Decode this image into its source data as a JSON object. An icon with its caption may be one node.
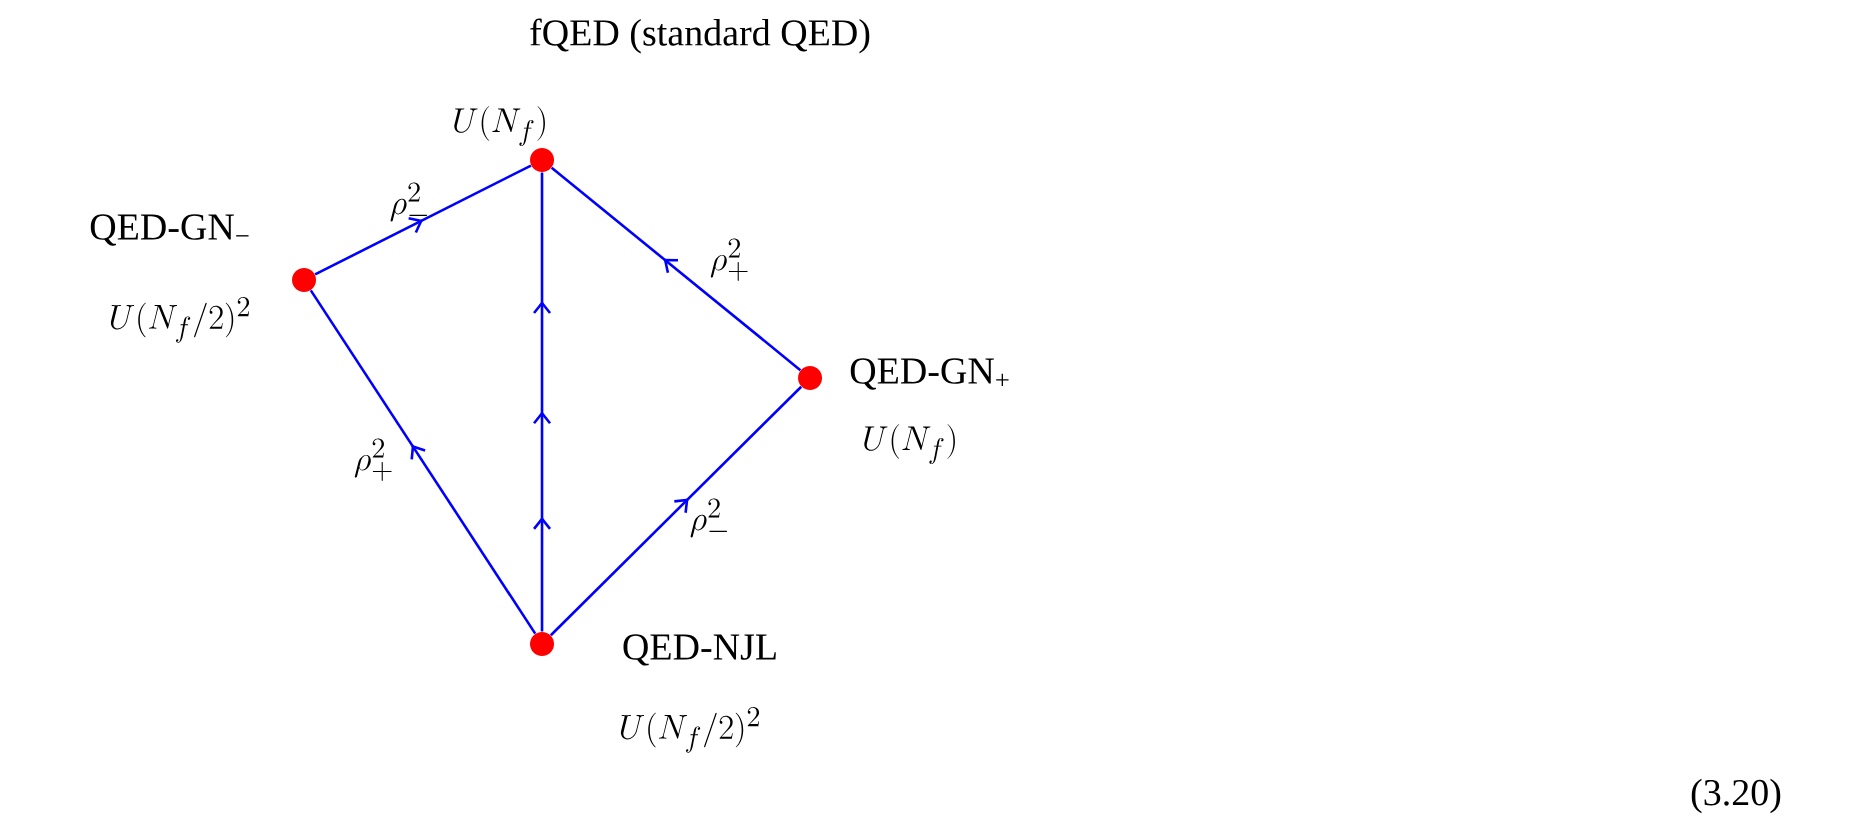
{
  "diagram": {
    "nodes": [
      {
        "text": [
          "fQED (standard QED)",
          "U(N_f)"
        ]
      },
      {
        "text": [
          "QED-GN$_{−}$",
          "U(N_f/2)^2"
        ]
      },
      {
        "text": [
          "QED-GN$_{+}$",
          "U(N_f)"
        ]
      },
      {
        "text": [
          "QED-NJL",
          "U(N_f/2)^2"
        ]
      }
    ],
    "edges": [
      {
        "from": 1,
        "to": 0,
        "arrow": "to",
        "label": "\\rho_-^2"
      },
      {
        "from": 2,
        "to": 0,
        "arrow": "to",
        "label": "\\rho_+^2"
      },
      {
        "from": 3,
        "to": 1,
        "arrow": "to",
        "label": "\\rho_+^2"
      },
      {
        "from": 3,
        "to": 2,
        "arrow": "to",
        "label": "\\rho_-^2"
      },
      {
        "from": 3,
        "to": 0,
        "arrow": "to"
      }
    ],
    "labels": [
      "(3.20)"
    ]
  }
}
